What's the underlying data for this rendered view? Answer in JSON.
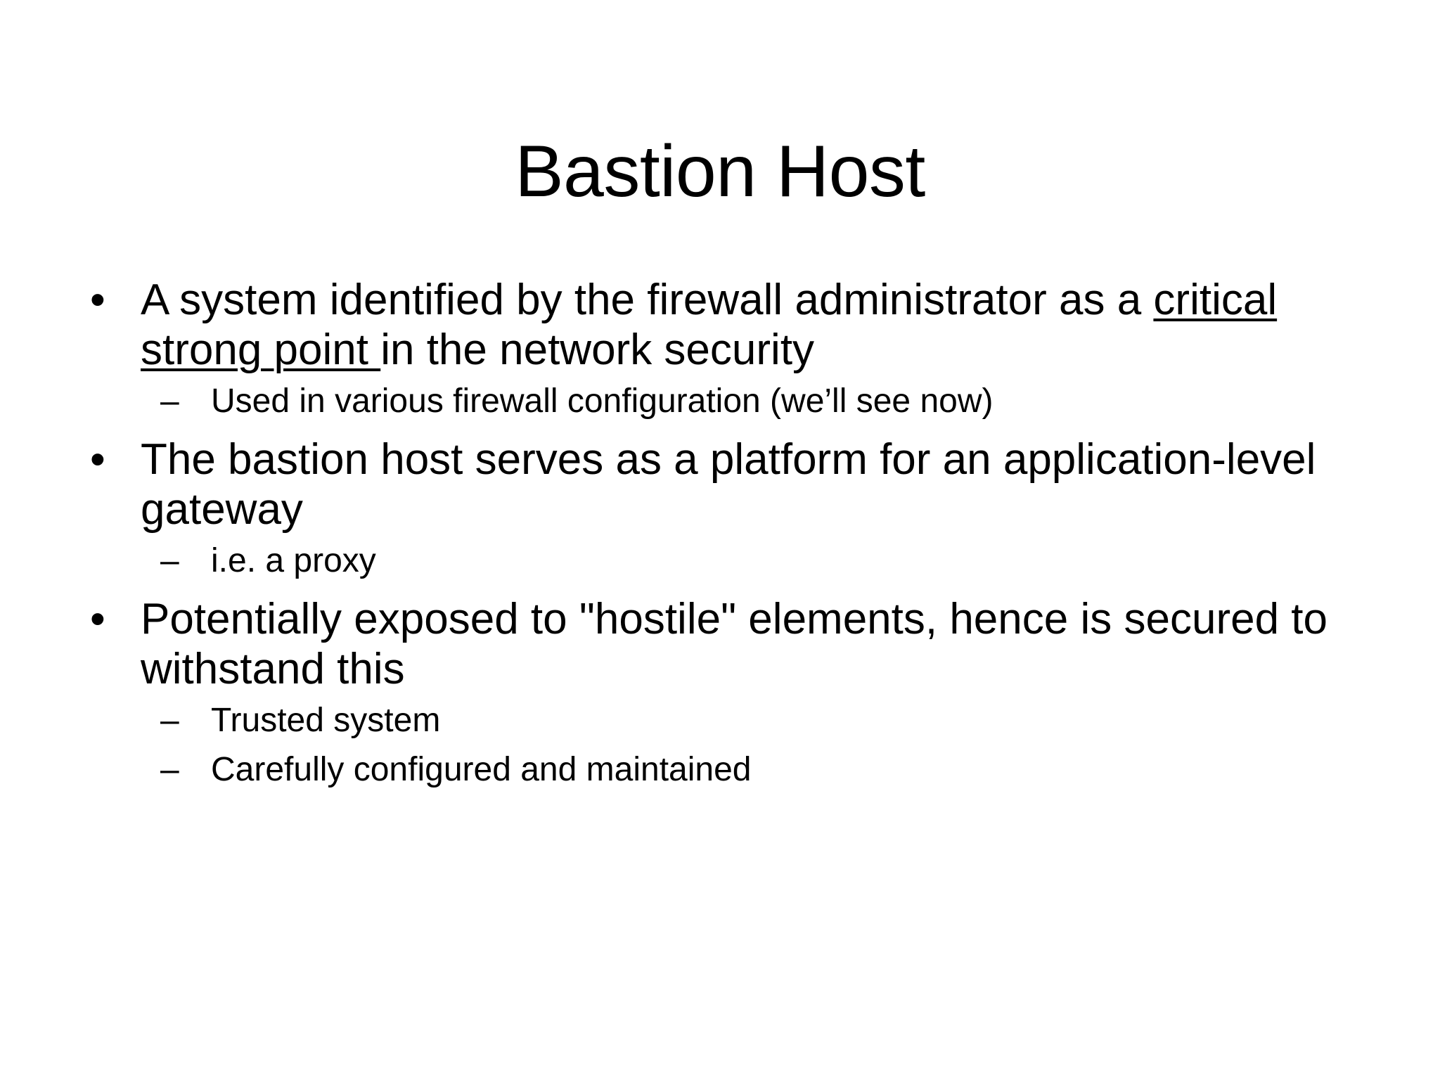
{
  "slide": {
    "title": "Bastion Host",
    "background_color": "#ffffff",
    "text_color": "#000000",
    "bullet_marker_level1": "•",
    "bullet_marker_level2": "–",
    "content": [
      {
        "level": 1,
        "marker": "•",
        "text_before": "A system identified by the firewall administrator as a ",
        "text_underlined": "critical strong point ",
        "text_after": "in the network security"
      },
      {
        "level": 2,
        "marker": "–",
        "text": "Used in various firewall configuration (we’ll see now)"
      },
      {
        "level": 1,
        "marker": "•",
        "text": "The bastion host serves as a platform for an application-level gateway"
      },
      {
        "level": 2,
        "marker": "–",
        "text": "i.e. a proxy"
      },
      {
        "level": 1,
        "marker": "•",
        "text": "Potentially exposed to \"hostile\" elements, hence is secured to withstand this"
      },
      {
        "level": 2,
        "marker": "–",
        "text": "Trusted system"
      },
      {
        "level": 2,
        "marker": "–",
        "text": "Carefully configured and maintained"
      }
    ]
  }
}
